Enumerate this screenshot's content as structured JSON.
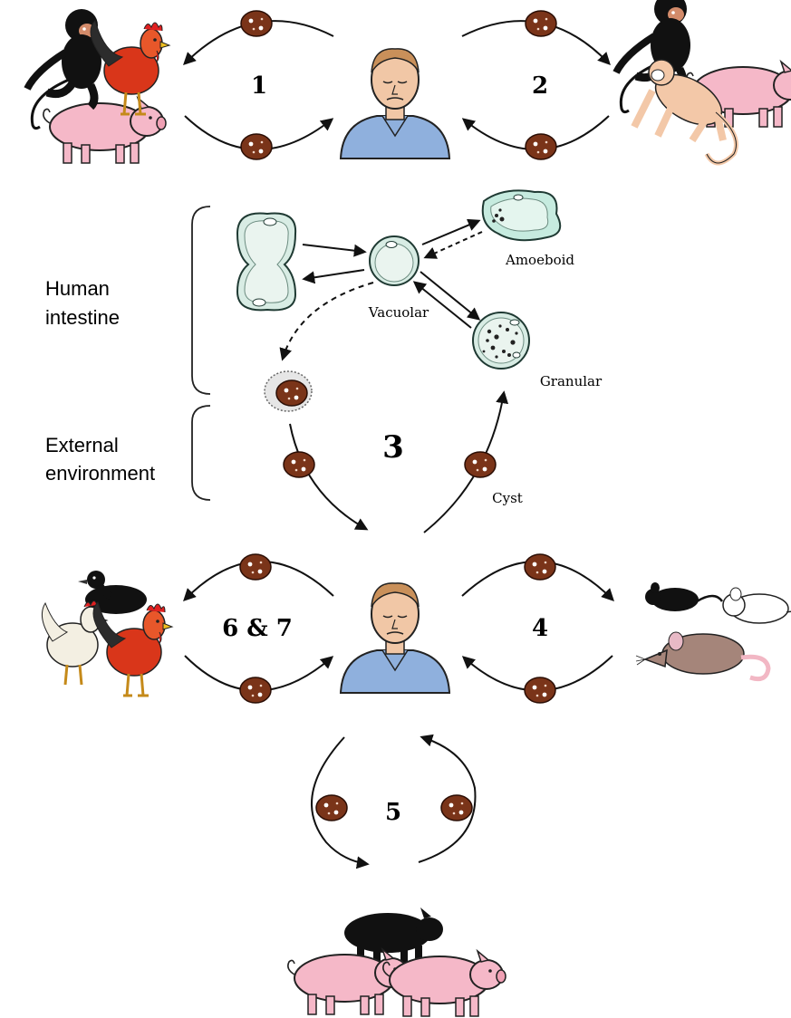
{
  "labels": {
    "cycle_1": "1",
    "cycle_2": "2",
    "cycle_3": "3",
    "cycle_4": "4",
    "cycle_5": "5",
    "cycle_67": "6 & 7",
    "human_intestine_line1": "Human",
    "human_intestine_line2": "intestine",
    "external_line1": "External",
    "external_line2": "environment",
    "vacuolar": "Vacuolar",
    "amoeboid": "Amoeboid",
    "granular": "Granular",
    "cyst": "Cyst"
  },
  "colors": {
    "cyst_fill": "#7a3419",
    "cell_fill": "#d8ece4",
    "cell_stroke": "#1f3a33",
    "shirt": "#8fb0dd",
    "skin": "#f1c7a6",
    "pig_pink": "#f5b8c8",
    "rooster_red": "#d9361a",
    "rat_brown": "#a5857a"
  },
  "icons": [
    "monkey-rooster-pig-icon",
    "monkey-pig-icon",
    "duck-roosters-icon",
    "rats-icon",
    "pigs-icon",
    "human-icon"
  ]
}
